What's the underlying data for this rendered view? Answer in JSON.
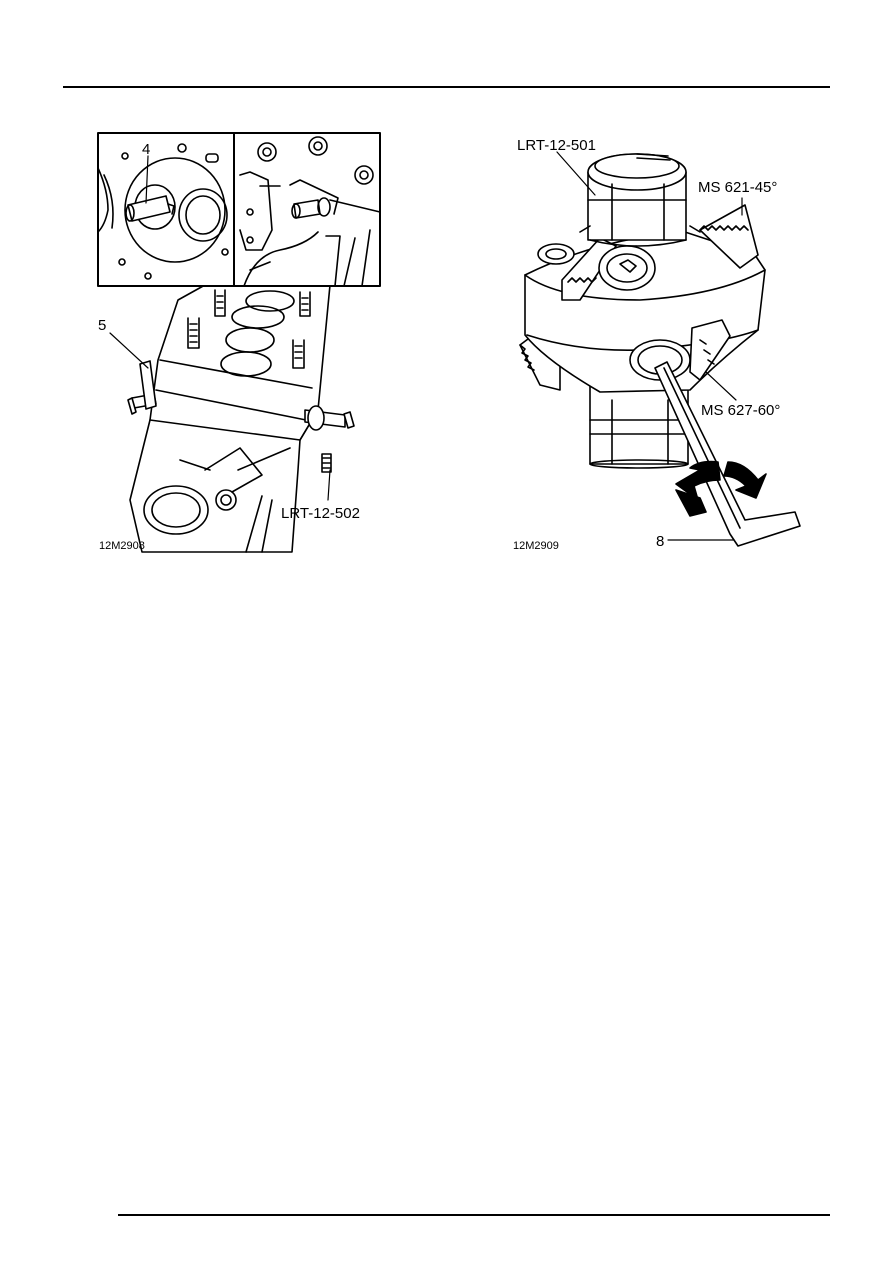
{
  "figures": [
    {
      "id": "12M2908",
      "caption": "12M2908",
      "callouts": {
        "c4": "4",
        "c5": "5",
        "tool": "LRT-12-502"
      }
    },
    {
      "id": "12M2909",
      "caption": "12M2909",
      "callouts": {
        "tool": "LRT-12-501",
        "cutter_top": "MS 621-45°",
        "cutter_bottom": "MS 627-60°",
        "c8": "8"
      }
    }
  ],
  "colors": {
    "ink": "#000000",
    "paper": "#ffffff"
  }
}
